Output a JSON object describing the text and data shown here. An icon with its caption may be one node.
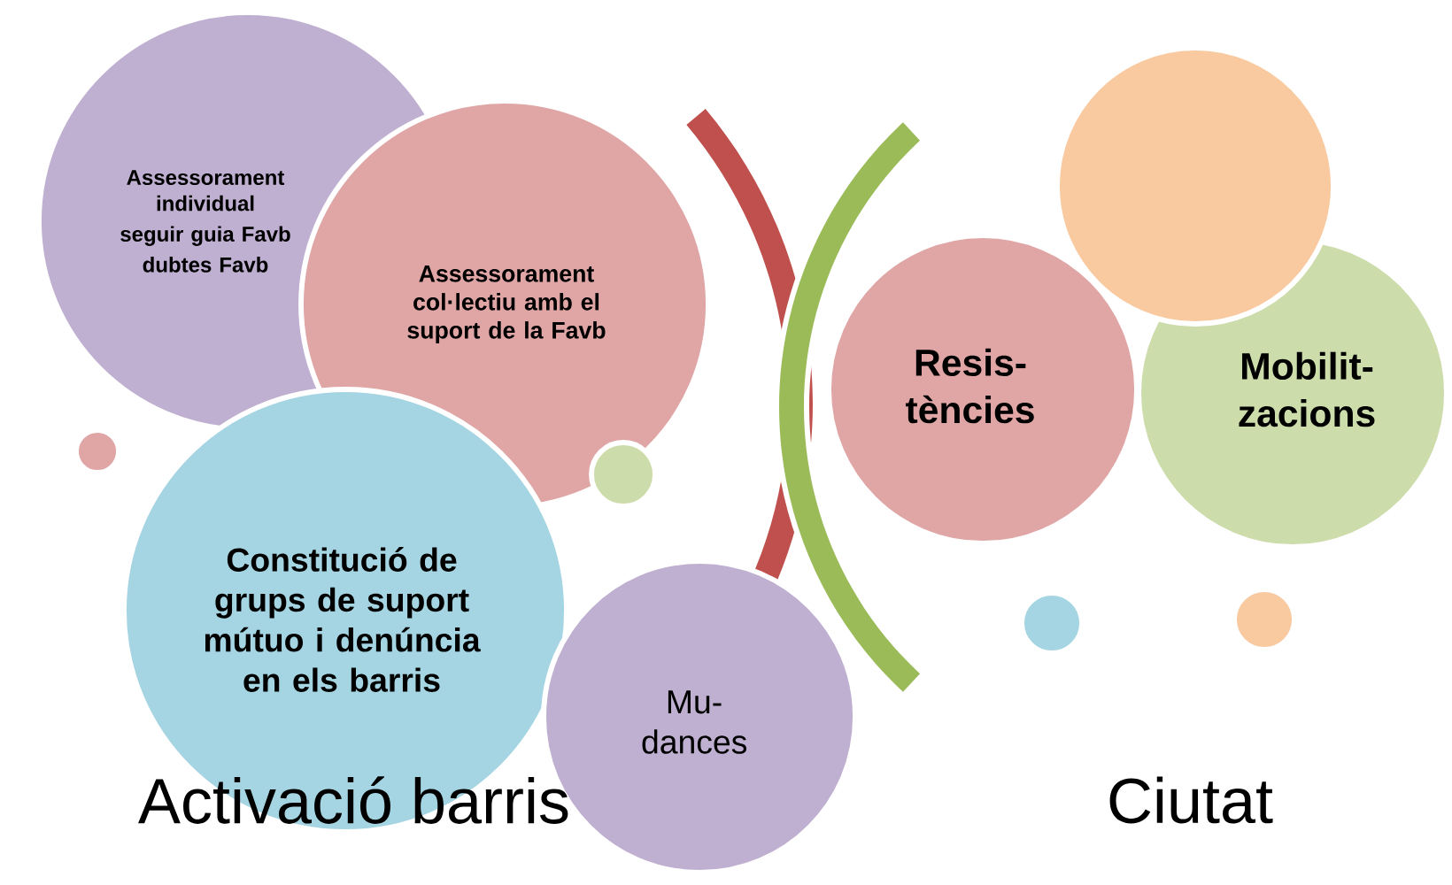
{
  "diagram": {
    "nodes": [
      {
        "text": [
          "Assessorament individual",
          "seguir guia Favb",
          "dubtes Favb"
        ]
      },
      {
        "text": [
          "Assessorament col·lectiu amb el suport de la Favb"
        ]
      },
      {
        "text": [],
        "shape": "circle"
      },
      {
        "text": [
          "Resis- tències"
        ]
      },
      {
        "text": [
          "Mobilit- zacions"
        ]
      },
      {
        "text": [],
        "shape": "circle"
      },
      {
        "text": [],
        "shape": "circle"
      },
      {
        "text": [
          "Constitució de grups de suport mútuo i denúncia en els barris"
        ]
      },
      {
        "text": [
          "Mu- dances"
        ]
      },
      {
        "text": [],
        "shape": "circle"
      },
      {
        "text": [],
        "shape": "circle"
      }
    ],
    "labels": [
      "Activació barris",
      "Ciutat"
    ]
  }
}
